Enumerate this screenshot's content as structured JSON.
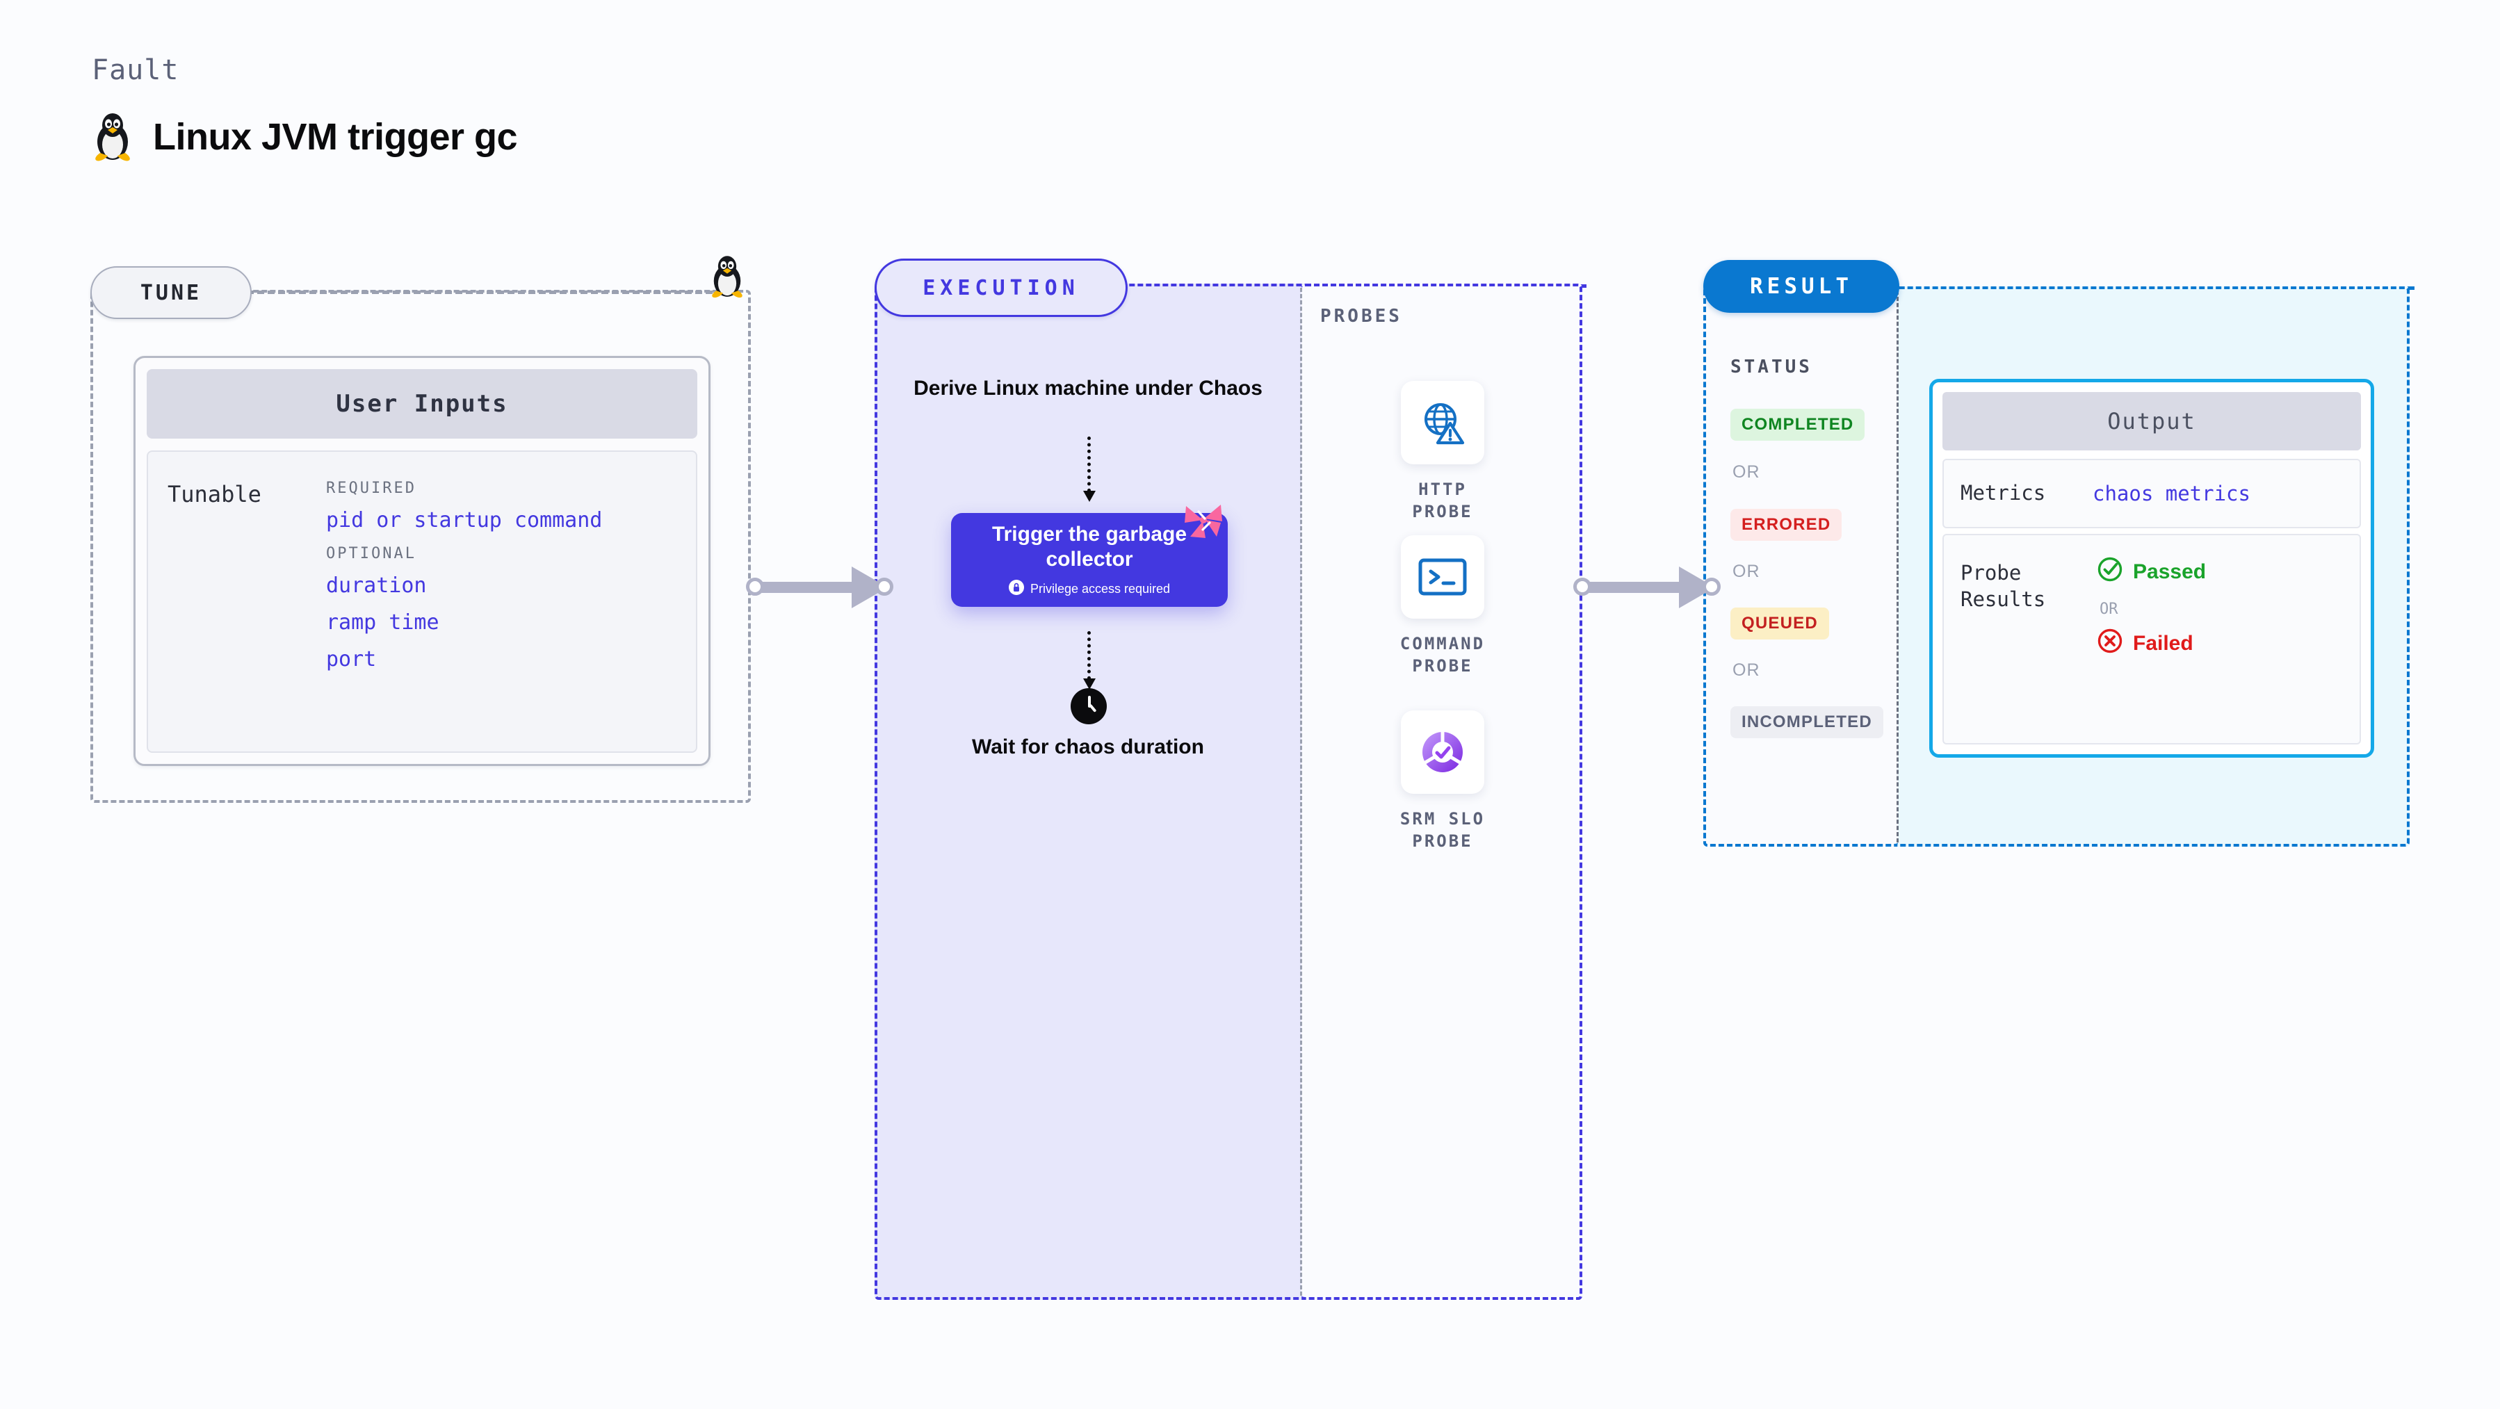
{
  "header": {
    "eyebrow": "Fault",
    "title": "Linux JVM trigger gc",
    "icon": "linux-penguin-icon"
  },
  "stages": {
    "tune": {
      "chip_label": "TUNE",
      "marker_icon": "linux-penguin-icon",
      "card": {
        "header": "User Inputs",
        "row_key": "Tunable",
        "groups": [
          {
            "label": "REQUIRED",
            "fields": [
              "pid or startup command"
            ]
          },
          {
            "label": "OPTIONAL",
            "fields": [
              "duration",
              "ramp time",
              "port"
            ]
          }
        ]
      }
    },
    "execution": {
      "chip_label": "EXECUTION",
      "steps": [
        {
          "type": "text",
          "label": "Derive Linux machine under Chaos"
        },
        {
          "type": "node",
          "label": "Trigger the garbage collector",
          "sub_label": "Privilege access required",
          "sub_icon": "lock-icon",
          "badge_icon": "pink-bow-icon"
        },
        {
          "type": "clock",
          "label": "Wait for chaos duration",
          "icon": "clock-icon"
        }
      ]
    },
    "probes": {
      "title": "PROBES",
      "items": [
        {
          "label": "HTTP PROBE",
          "icon": "globe-warning-icon"
        },
        {
          "label": "COMMAND PROBE",
          "icon": "terminal-prompt-icon"
        },
        {
          "label": "SRM SLO PROBE",
          "icon": "slo-gauge-check-icon"
        }
      ]
    },
    "result": {
      "chip_label": "RESULT",
      "status": {
        "title": "STATUS",
        "or_label": "OR",
        "badges": [
          {
            "label": "COMPLETED",
            "bg": "#ddf5df",
            "fg": "#0f8521"
          },
          {
            "label": "ERRORED",
            "bg": "#fde9e9",
            "fg": "#d41f1f"
          },
          {
            "label": "QUEUED",
            "bg": "#fcefc5",
            "fg": "#c32020"
          },
          {
            "label": "INCOMPLETED",
            "bg": "#edeef3",
            "fg": "#5b6178"
          }
        ]
      },
      "output": {
        "header": "Output",
        "metrics": {
          "key": "Metrics",
          "value": "chaos metrics"
        },
        "probe_results": {
          "key": "Probe Results",
          "or_label": "OR",
          "pass": {
            "label": "Passed",
            "icon": "check-circle-icon",
            "color": "#1aa32b"
          },
          "fail": {
            "label": "Failed",
            "icon": "x-circle-icon",
            "color": "#e01b1b"
          }
        }
      }
    }
  },
  "connectors": [
    {
      "name": "tune-to-execution",
      "icon": "arrow-right-icon"
    },
    {
      "name": "execution-to-result",
      "icon": "arrow-right-icon"
    }
  ],
  "colors": {
    "background": "#fbfcfe",
    "tune_border": "#9aa0b0",
    "execution_accent": "#4338e0",
    "execution_fill": "#e7e7fb",
    "result_accent": "#0a78d0",
    "result_fill": "#eaf8fd",
    "output_border": "#14a8e8",
    "link": "#4338e0",
    "connector": "#b0b2c8"
  }
}
